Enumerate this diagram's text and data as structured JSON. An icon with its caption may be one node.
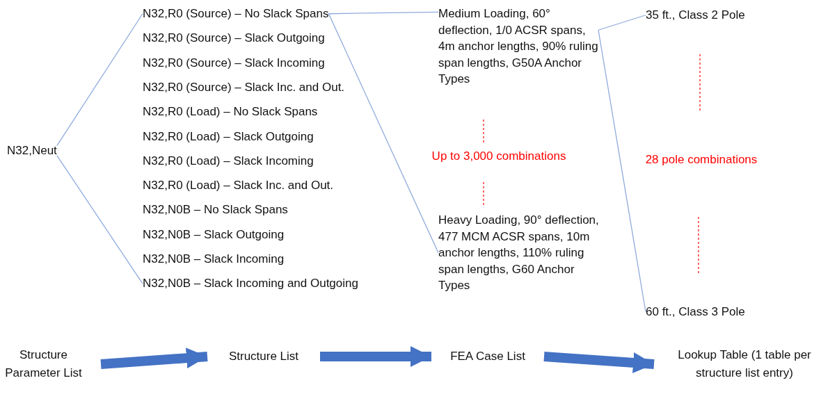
{
  "diagram": {
    "nodes": [
      {
        "text": [
          "N32,Neut"
        ]
      },
      {
        "text": [
          "N32,R0 (Source) – No Slack Spans"
        ]
      },
      {
        "text": [
          "N32,R0 (Source) – Slack Outgoing"
        ]
      },
      {
        "text": [
          "N32,R0 (Source) – Slack Incoming"
        ]
      },
      {
        "text": [
          "N32,R0 (Source) – Slack Inc. and Out."
        ]
      },
      {
        "text": [
          "N32,R0 (Load) – No Slack Spans"
        ]
      },
      {
        "text": [
          "N32,R0 (Load) – Slack Outgoing"
        ]
      },
      {
        "text": [
          "N32,R0 (Load) – Slack Incoming"
        ]
      },
      {
        "text": [
          "N32,R0 (Load) – Slack Inc. and Out."
        ]
      },
      {
        "text": [
          "N32,N0B – No Slack Spans"
        ]
      },
      {
        "text": [
          "N32,N0B – Slack Outgoing"
        ]
      },
      {
        "text": [
          "N32,N0B – Slack Incoming"
        ]
      },
      {
        "text": [
          "N32,N0B – Slack Incoming and Outgoing"
        ]
      },
      {
        "text": [
          "Medium Loading, 60° deflection, 1/0 ACSR spans, 4m anchor lengths, 90% ruling span lengths, G50A Anchor Types"
        ]
      },
      {
        "text": [
          "Heavy Loading, 90° deflection, 477 MCM ACSR spans, 10m anchor lengths, 110% ruling span lengths, G60 Anchor Types"
        ]
      },
      {
        "text": [
          "35 ft., Class 2 Pole"
        ]
      },
      {
        "text": [
          "60 ft., Class 3 Pole"
        ]
      },
      {
        "text": [
          "Structure Parameter List"
        ]
      },
      {
        "text": [
          "Structure List"
        ]
      },
      {
        "text": [
          "FEA Case List"
        ]
      },
      {
        "text": [
          "Lookup Table (1 table per structure list entry)"
        ]
      }
    ],
    "edges": [
      {
        "from": 0,
        "to": 1,
        "arrow": "none"
      },
      {
        "from": 0,
        "to": 12,
        "arrow": "none"
      },
      {
        "from": 1,
        "to": 13,
        "arrow": "none"
      },
      {
        "from": 1,
        "to": 14,
        "arrow": "none"
      },
      {
        "from": 13,
        "to": 15,
        "arrow": "none"
      },
      {
        "from": 13,
        "to": 16,
        "arrow": "none"
      },
      {
        "from": 17,
        "to": 18,
        "arrow": "to",
        "style": "thick",
        "color": "#4472c4"
      },
      {
        "from": 18,
        "to": 19,
        "arrow": "to",
        "style": "thick",
        "color": "#4472c4"
      },
      {
        "from": 19,
        "to": 20,
        "arrow": "to",
        "style": "thick",
        "color": "#4472c4"
      }
    ],
    "labels": [
      "Up to 3,000 combinations",
      "28 pole combinations"
    ]
  }
}
